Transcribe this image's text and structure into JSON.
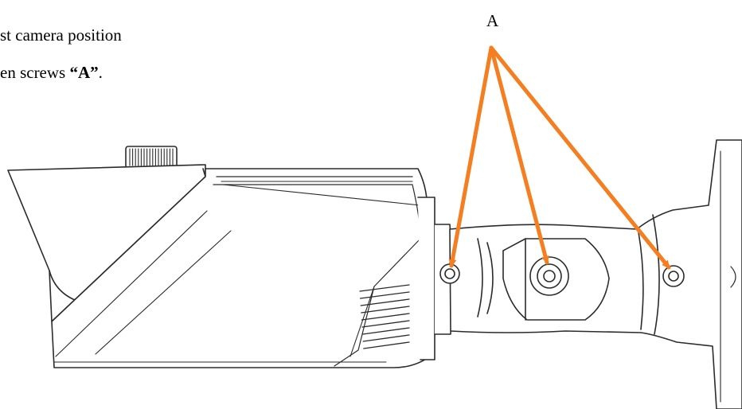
{
  "instruction": {
    "line1": "st camera position",
    "line2_prefix": "en screws ",
    "line2_highlight": "“A”",
    "line2_suffix": "."
  },
  "callout": {
    "label": "A",
    "arrow_color": "#f57e20",
    "arrow_count": 3
  },
  "drawing": {
    "line_color": "#2b2b2b",
    "parts": [
      "camera-housing",
      "sun-visor",
      "adjustment-knob",
      "vent-fins",
      "bracket-arm",
      "swivel-joint",
      "wall-base",
      "screw"
    ]
  }
}
